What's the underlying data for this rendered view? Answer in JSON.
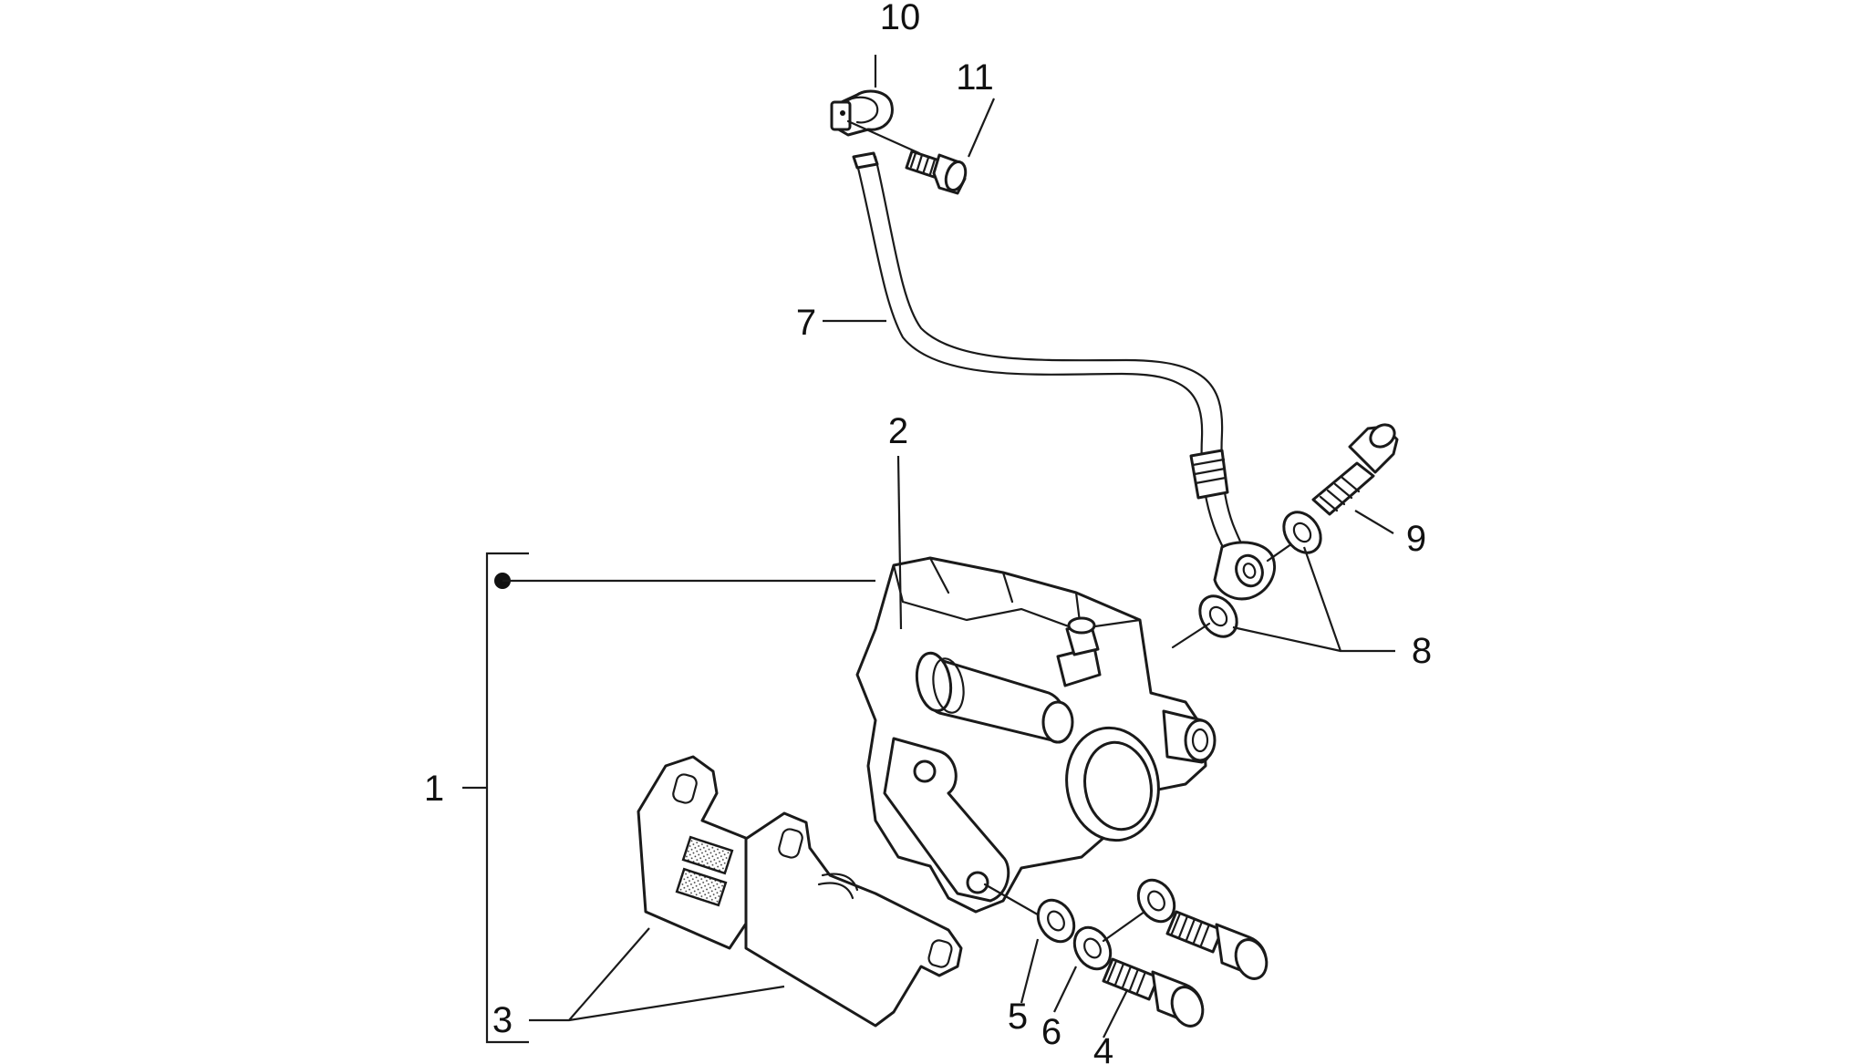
{
  "diagram": {
    "callouts": {
      "c1": "1",
      "c2": "2",
      "c3": "3",
      "c4": "4",
      "c5": "5",
      "c6": "6",
      "c7": "7",
      "c8": "8",
      "c9": "9",
      "c10": "10",
      "c11": "11"
    }
  },
  "colors": {
    "line": "#1a1a1a",
    "background": "#ffffff"
  },
  "parts": [
    {
      "ref": "1",
      "part": "brake-caliper-assembly"
    },
    {
      "ref": "2",
      "part": "caliper-body"
    },
    {
      "ref": "3",
      "part": "brake-pads"
    },
    {
      "ref": "4",
      "part": "caliper-mounting-screw"
    },
    {
      "ref": "5",
      "part": "washer"
    },
    {
      "ref": "6",
      "part": "spacer-washer"
    },
    {
      "ref": "7",
      "part": "brake-hose"
    },
    {
      "ref": "8",
      "part": "sealing-washers"
    },
    {
      "ref": "9",
      "part": "banjo-bolt"
    },
    {
      "ref": "10",
      "part": "hose-clamp"
    },
    {
      "ref": "11",
      "part": "clamp-screw"
    }
  ]
}
